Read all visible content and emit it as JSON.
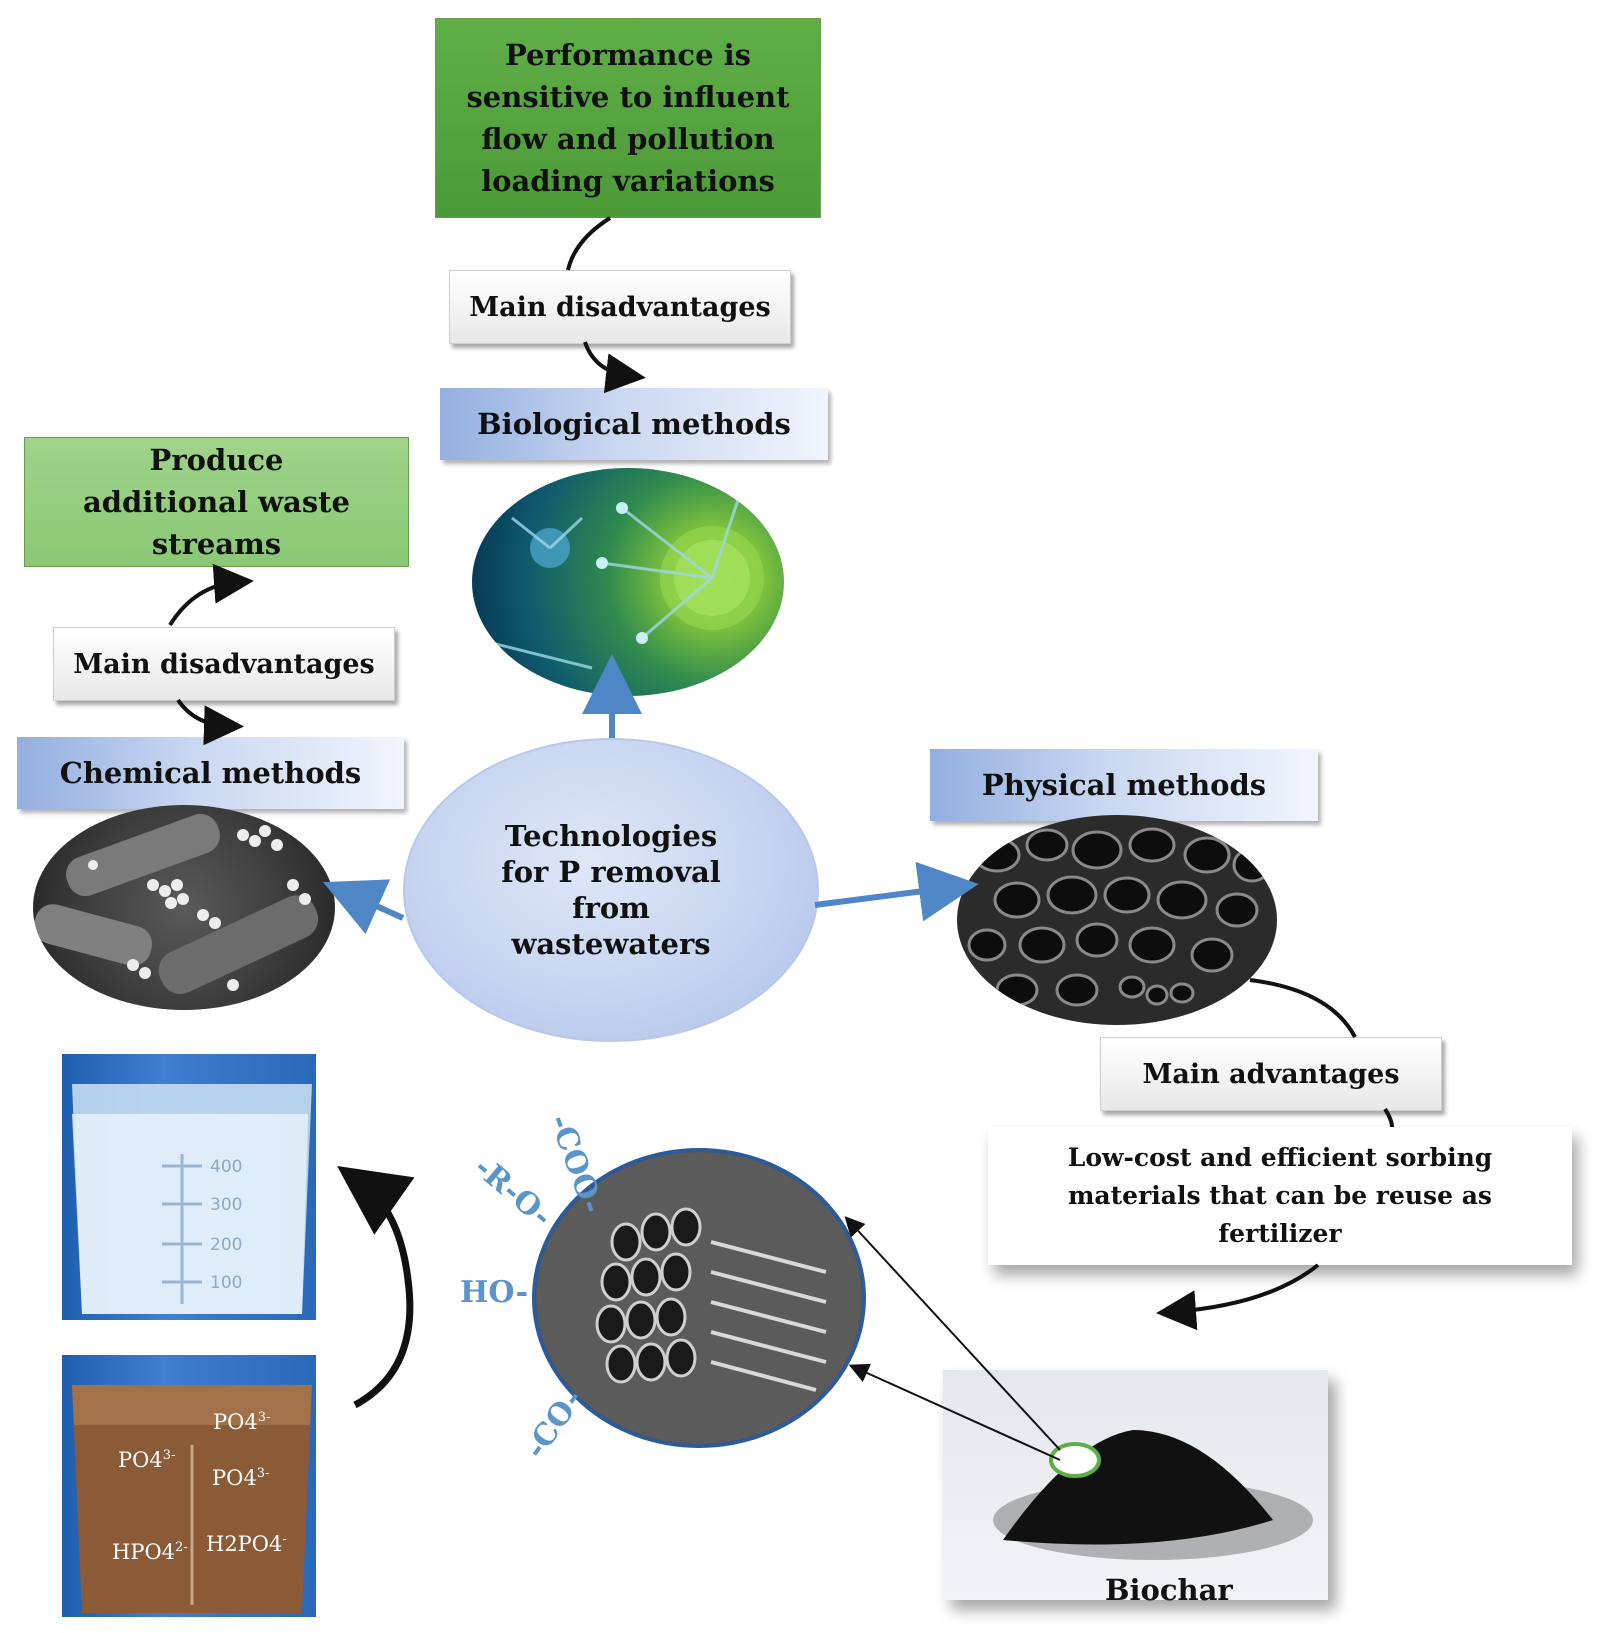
{
  "boxes": {
    "bio_disadvantage": "Performance is sensitive to influent flow and pollution loading variations",
    "chem_disadvantage": "Produce additional waste streams",
    "main_disadvantages_1": "Main disadvantages",
    "main_disadvantages_2": "Main disadvantages",
    "main_advantages": "Main advantages",
    "phys_advantage": "Low-cost and efficient sorbing materials that can be reuse as fertilizer"
  },
  "methods": {
    "biological": "Biological methods",
    "chemical": "Chemical methods",
    "physical": "Physical methods"
  },
  "center": "Technologies for P removal from wastewaters",
  "biochar_label": "Biochar",
  "surface_groups": [
    "-COO-",
    "-R-O-",
    "HO-",
    "-CO-"
  ],
  "ions": [
    "PO4",
    "3-",
    "PO4",
    "3-",
    "PO4",
    "3-",
    "HPO4",
    "2-",
    "H2PO4",
    "-"
  ],
  "beaker_marks": [
    "400",
    "300",
    "200",
    "100"
  ],
  "colors": {
    "arrow_blue": "#4f86c6",
    "green_dark": "#5fae46",
    "green_light": "#9fd38a"
  }
}
